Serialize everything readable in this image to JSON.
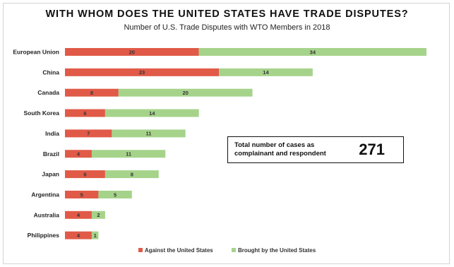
{
  "chart_data": {
    "type": "bar",
    "orientation": "horizontal",
    "stacked": true,
    "title": "WITH WHOM DOES THE UNITED STATES HAVE TRADE DISPUTES?",
    "subtitle": "Number of U.S. Trade Disputes with WTO Members in 2018",
    "categories": [
      "European Union",
      "China",
      "Canada",
      "South Korea",
      "India",
      "Brazil",
      "Japan",
      "Argentina",
      "Australia",
      "Philippines"
    ],
    "series": [
      {
        "name": "Against the United States",
        "color": "#e05a47",
        "values": [
          20,
          23,
          8,
          6,
          7,
          4,
          6,
          5,
          4,
          4
        ]
      },
      {
        "name": "Brought by the United States",
        "color": "#a6d38a",
        "values": [
          34,
          14,
          20,
          14,
          11,
          11,
          8,
          5,
          2,
          1
        ]
      }
    ],
    "xlim": [
      0,
      56
    ],
    "grid": false,
    "legend_position": "bottom",
    "annotation": {
      "text_line1": "Total number of cases as",
      "text_line2": "complainant and respondent",
      "value": "271"
    }
  }
}
